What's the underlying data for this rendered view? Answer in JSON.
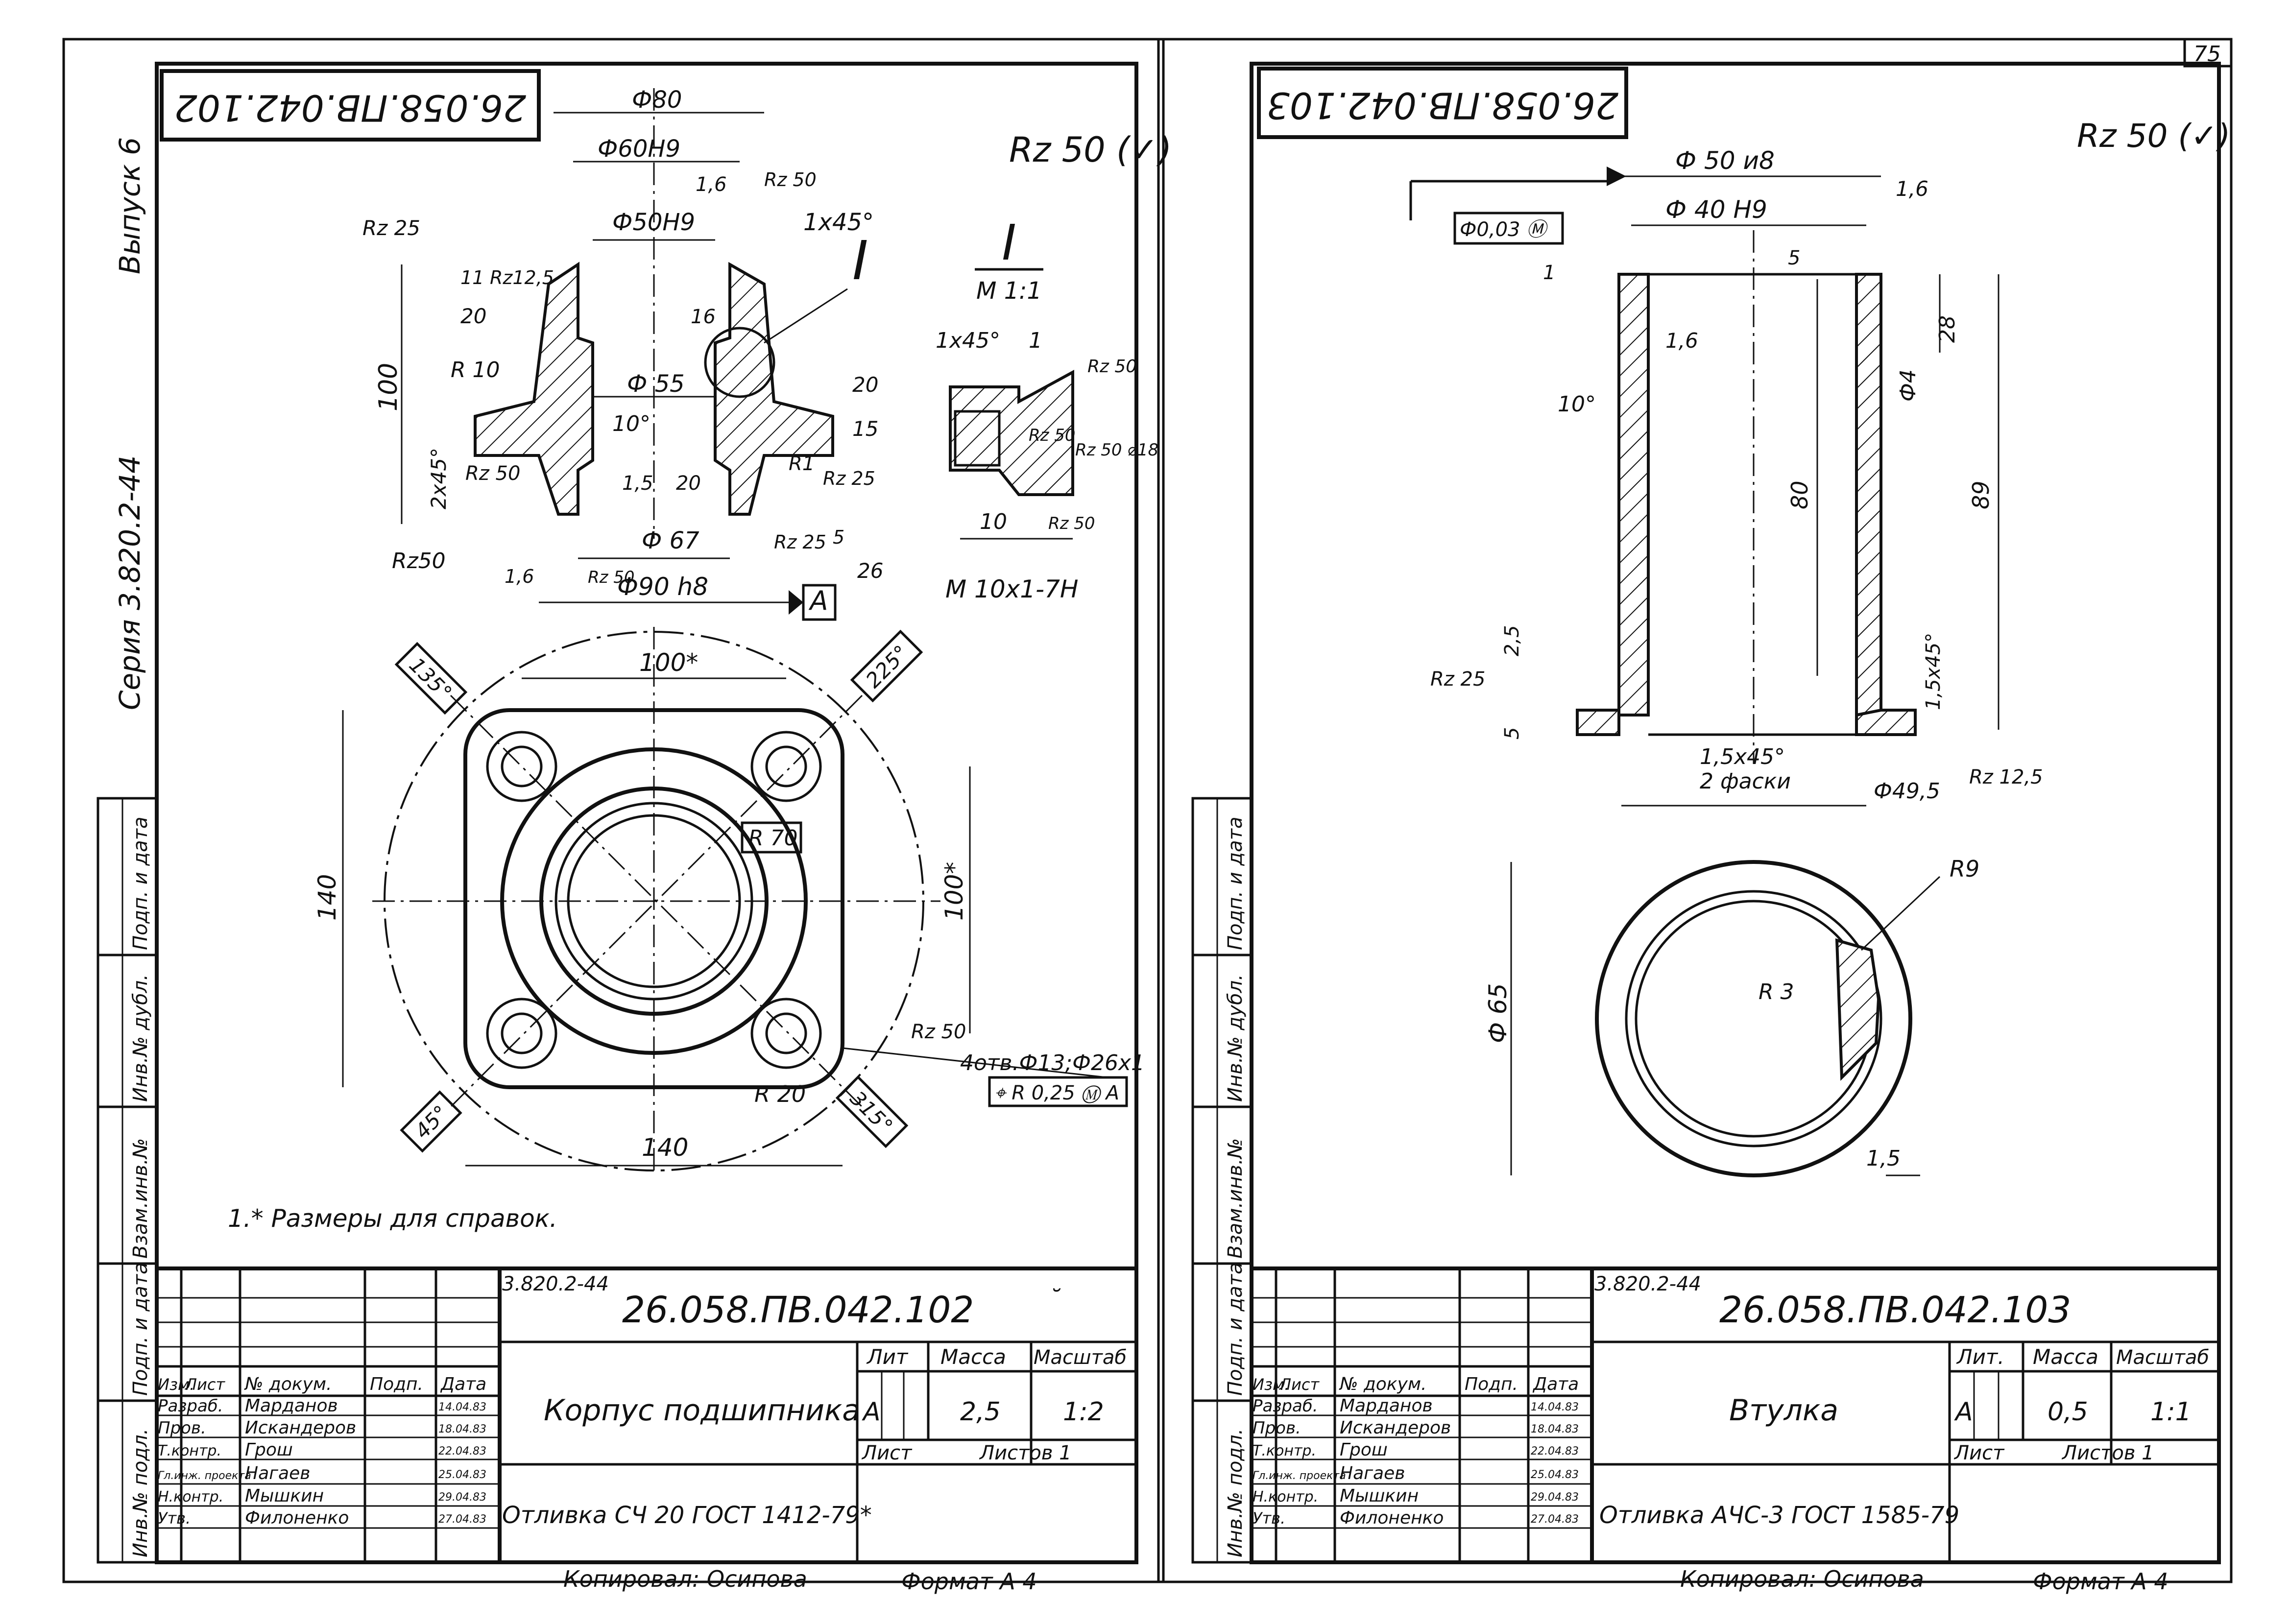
{
  "page_number": "75",
  "left_margin": {
    "series": "Серия 3.820.2-44",
    "issue": "Выпуск 6",
    "fields": [
      "Взам.инв.№",
      "Инв.№ дубл.",
      "Подп. и дата"
    ],
    "bottom_fields": [
      "Подп. и дата",
      "Инв.№ подл."
    ]
  },
  "sheet_left": {
    "code_box": "26.058.ПВ.042.102",
    "roughness_mark": "Rz 50 (✓)",
    "section_dims": [
      "Ф80",
      "Ф60Н9",
      "Ф50Н9",
      "1х45°",
      "1,6",
      "Rz 50",
      "Rz 25",
      "Rz12,5",
      "20",
      "11",
      "16",
      "R 10",
      "Ф 55",
      "10°",
      "1,5",
      "20",
      "15",
      "20",
      "R1",
      "Rz 25",
      "Rz 50",
      "Ф 67",
      "Rz 25",
      "5",
      "26",
      "Ф90 h8",
      "Rz 50",
      "100",
      "2х45°",
      "Rz50",
      "1,6"
    ],
    "datum": "А",
    "detail_tag": "I",
    "detail_title": "I",
    "detail_scale": "М 1:1",
    "detail_dims": [
      "1х45°",
      "1",
      "Rz 50",
      "Rz 50",
      "Rz 50 ⌀18",
      "10",
      "Rz 50"
    ],
    "thread": "М 10х1-7Н",
    "plan_dims": {
      "top": "100*",
      "left": "140",
      "right": "100*",
      "bottom": "140",
      "radius": "R 70",
      "corner_radius": "R 20",
      "angles": [
        "135°",
        "225°",
        "45°",
        "315°"
      ],
      "holes": "4отв.Ф13;Ф26х1",
      "position_tol": "⌖ R 0,25 Ⓜ А",
      "roughness": "Rz 50"
    },
    "note": "1.* Размеры для справок."
  },
  "stamp_left": {
    "series_ref": "3.820.2-44",
    "designation": "26.058.ПВ.042.102",
    "extra_mark": "˘",
    "title": "Корпус подшипника",
    "material": "Отливка СЧ 20 ГОСТ 1412-79*",
    "headers": [
      "Изм.",
      "Лист",
      "№ докум.",
      "Подп.",
      "Дата"
    ],
    "rows": [
      [
        "Разраб.",
        "Марданов",
        "14.04.83"
      ],
      [
        "Пров.",
        "Искандеров",
        "18.04.83"
      ],
      [
        "Т.контр.",
        "Грош",
        "22.04.83"
      ],
      [
        "Гл.инж. проекта",
        "Нагаев",
        "25.04.83"
      ],
      [
        "Н.контр.",
        "Мышкин",
        "29.04.83"
      ],
      [
        "Утв.",
        "Филоненко",
        "27.04.83"
      ]
    ],
    "lit_label": "Лит",
    "mass_label": "Масса",
    "scale_label": "Масштаб",
    "lit": "А",
    "mass": "2,5",
    "scale": "1:2",
    "sheet_label": "Лист",
    "sheets_label": "Листов 1",
    "copied": "Копировал:   Осипова",
    "format": "Формат   А 4"
  },
  "sheet_right": {
    "code_box": "26.058.ПВ.042.103",
    "roughness_mark": "Rz 50 (✓)",
    "section_dims": [
      "Ф 50 и8",
      "Ф 40 Н9",
      "Ф0,03 Ⓜ",
      "1,6",
      "5",
      "1",
      "1,6",
      "28",
      "10°",
      "Ф4",
      "80",
      "89",
      "2,5",
      "Rz 25",
      "5",
      "1,5х45°",
      "1,5х45°",
      "2 фаски",
      "Ф49,5",
      "Rz 12,5"
    ],
    "plan_dims": [
      "R9",
      "R 3",
      "Ф 65",
      "1,5"
    ]
  },
  "stamp_right": {
    "series_ref": "3.820.2-44",
    "designation": "26.058.ПВ.042.103",
    "title": "Втулка",
    "material": "Отливка АЧС-3 ГОСТ 1585-79",
    "headers": [
      "Изм.",
      "Лист",
      "№ докум.",
      "Подп.",
      "Дата"
    ],
    "rows": [
      [
        "Разраб.",
        "Марданов",
        "14.04.83"
      ],
      [
        "Пров.",
        "Искандеров",
        "18.04.83"
      ],
      [
        "Т.контр.",
        "Грош",
        "22.04.83"
      ],
      [
        "Гл.инж. проекта",
        "Нагаев",
        "25.04.83"
      ],
      [
        "Н.контр.",
        "Мышкин",
        "29.04.83"
      ],
      [
        "Утв.",
        "Филоненко",
        "27.04.83"
      ]
    ],
    "lit_label": "Лит.",
    "mass_label": "Масса",
    "scale_label": "Масштаб",
    "lit": "А",
    "mass": "0,5",
    "scale": "1:1",
    "sheet_label": "Лист",
    "sheets_label": "Листов 1",
    "copied": "Копировал:   Осипова",
    "format": "Формат   А 4"
  }
}
